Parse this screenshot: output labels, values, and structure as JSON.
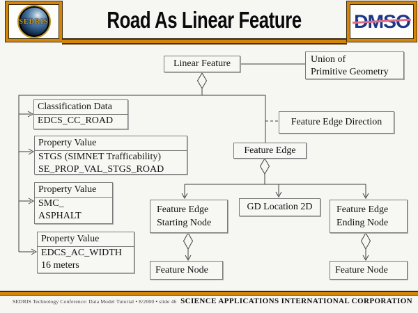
{
  "slide": {
    "title": "Road As Linear Feature",
    "logos": {
      "sedris_text": "SEDRIS",
      "dmso_text": "DMSO"
    }
  },
  "diagram": {
    "linear_feature": {
      "label": "Linear Feature"
    },
    "union": {
      "line1": "Union of",
      "line2": "Primitive Geometry"
    },
    "classification": {
      "header": "Classification Data",
      "line1": "EDCS_CC_ROAD"
    },
    "prop_stgs": {
      "header": "Property Value",
      "line1": "STGS (SIMNET Trafficability)",
      "line2": "SE_PROP_VAL_STGS_ROAD"
    },
    "prop_smc": {
      "header": "Property Value",
      "line1": "SMC_",
      "line2": "ASPHALT"
    },
    "prop_width": {
      "header": "Property Value",
      "line1": "EDCS_AC_WIDTH",
      "line2": "16 meters"
    },
    "feature_edge_direction": {
      "label": "Feature Edge Direction"
    },
    "feature_edge": {
      "label": "Feature Edge"
    },
    "starting_node": {
      "line1": "Feature Edge",
      "line2": "Starting Node"
    },
    "gd_location": {
      "label": "GD Location 2D"
    },
    "ending_node": {
      "line1": "Feature Edge",
      "line2": "Ending Node"
    },
    "feature_node_left": {
      "label": "Feature Node"
    },
    "feature_node_right": {
      "label": "Feature Node"
    }
  },
  "footer": {
    "left": "SEDRIS Technology Conference: Data Model Tutorial • 8/2000 • slide 46",
    "right": "SCIENCE APPLICATIONS INTERNATIONAL CORPORATION"
  },
  "colors": {
    "accent_orange": "#d4860a",
    "dmso_blue": "#1c3687",
    "dmso_red": "#e06c86",
    "sedris_gold": "#d9a520",
    "connector_line": "#3f3f3f"
  }
}
